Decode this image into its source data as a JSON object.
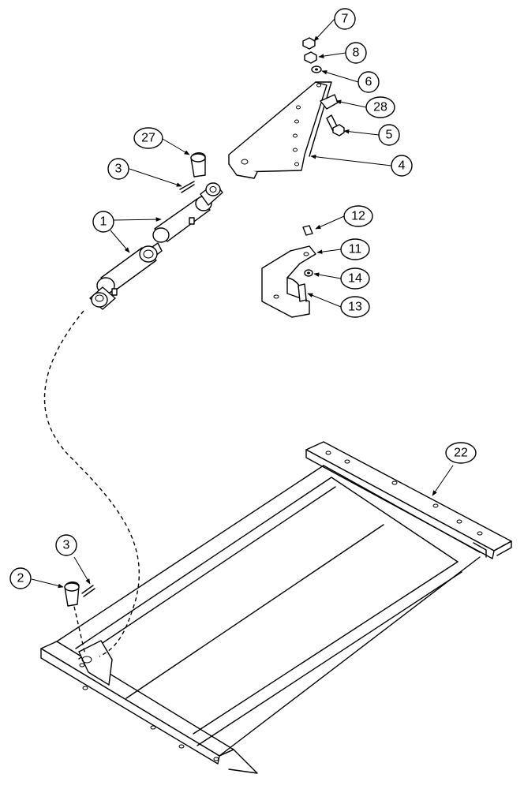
{
  "callouts": [
    {
      "id": "c7",
      "label": "7"
    },
    {
      "id": "c8",
      "label": "8"
    },
    {
      "id": "c6",
      "label": "6"
    },
    {
      "id": "c28",
      "label": "28"
    },
    {
      "id": "c5",
      "label": "5"
    },
    {
      "id": "c4",
      "label": "4"
    },
    {
      "id": "c27",
      "label": "27"
    },
    {
      "id": "c3a",
      "label": "3"
    },
    {
      "id": "c1",
      "label": "1"
    },
    {
      "id": "c12",
      "label": "12"
    },
    {
      "id": "c11",
      "label": "11"
    },
    {
      "id": "c14",
      "label": "14"
    },
    {
      "id": "c13",
      "label": "13"
    },
    {
      "id": "c22",
      "label": "22"
    },
    {
      "id": "c3b",
      "label": "3"
    },
    {
      "id": "c2",
      "label": "2"
    }
  ]
}
